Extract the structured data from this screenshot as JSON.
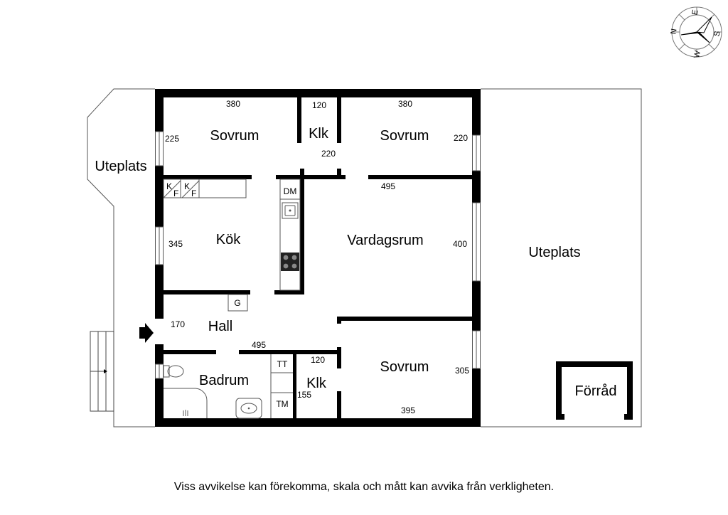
{
  "rooms": {
    "sovrum_1": "Sovrum",
    "klk_1": "Klk",
    "sovrum_2": "Sovrum",
    "kok": "Kök",
    "vardagsrum": "Vardagsrum",
    "hall": "Hall",
    "badrum": "Badrum",
    "klk_2": "Klk",
    "sovrum_3": "Sovrum",
    "uteplats_left": "Uteplats",
    "uteplats_right": "Uteplats",
    "forrad": "Förråd"
  },
  "dimensions": {
    "sovrum_1_width": "380",
    "sovrum_1_depth": "225",
    "klk_1_width": "120",
    "klk_1_depth": "220",
    "sovrum_2_width": "380",
    "sovrum_2_depth": "220",
    "vardagsrum_width": "495",
    "vardagsrum_depth": "400",
    "kok_depth": "345",
    "hall_depth": "170",
    "hall_width": "495",
    "klk_2_width": "120",
    "klk_2_depth": "155",
    "sovrum_3_depth": "305",
    "sovrum_3_width": "395"
  },
  "fixtures": {
    "k1": "K",
    "f1": "F",
    "k2": "K",
    "f2": "F",
    "dm": "DM",
    "g": "G",
    "tt": "TT",
    "tm": "TM"
  },
  "compass": {
    "n": "N",
    "e": "E",
    "s": "S",
    "w": "W"
  },
  "disclaimer": "Viss avvikelse kan förekomma, skala och mått kan avvika från verkligheten."
}
